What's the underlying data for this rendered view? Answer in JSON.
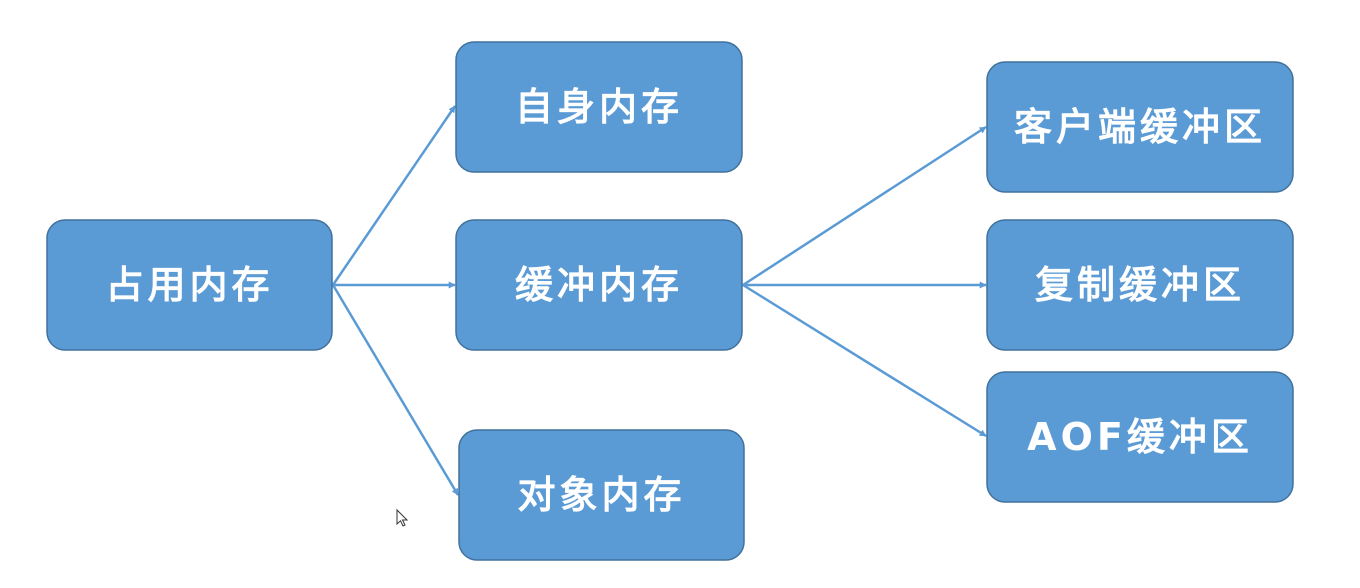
{
  "nodes": [
    {
      "id": "n0",
      "label": "占用内存"
    },
    {
      "id": "n1",
      "label": "自身内存"
    },
    {
      "id": "n2",
      "label": "缓冲内存"
    },
    {
      "id": "n3",
      "label": "对象内存"
    },
    {
      "id": "n4",
      "label": "客户端缓冲区"
    },
    {
      "id": "n5",
      "label": "复制缓冲区"
    },
    {
      "id": "n6",
      "label": "AOF缓冲区"
    }
  ],
  "edges": [
    {
      "from": "n0",
      "to": "n1"
    },
    {
      "from": "n0",
      "to": "n2"
    },
    {
      "from": "n0",
      "to": "n3"
    },
    {
      "from": "n2",
      "to": "n4"
    },
    {
      "from": "n2",
      "to": "n5"
    },
    {
      "from": "n2",
      "to": "n6"
    }
  ],
  "colors": {
    "node_fill": "#5b9bd5",
    "node_border": "#41719c",
    "node_text": "#ffffff",
    "edge": "#5b9bd5"
  }
}
